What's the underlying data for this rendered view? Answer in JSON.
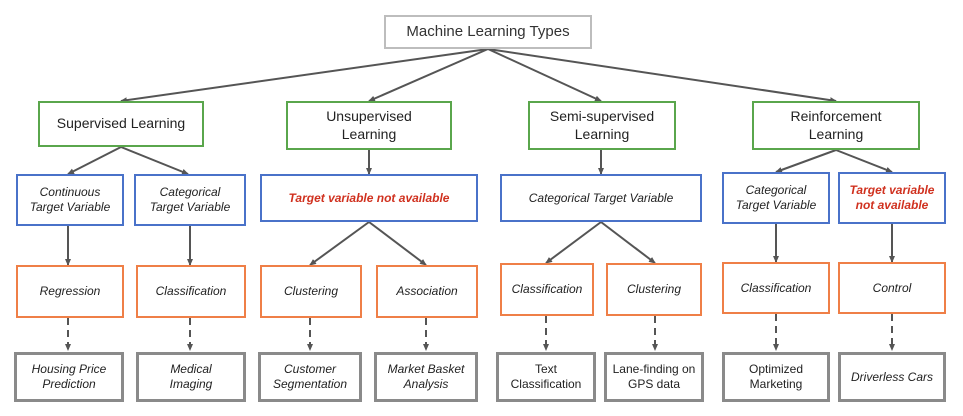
{
  "root": "Machine Learning Types",
  "categories": [
    {
      "label": "Supervised Learning",
      "targets": [
        {
          "label": "Continuous Target Variable",
          "task": "Regression",
          "example": "Housing Price Prediction"
        },
        {
          "label": "Categorical Target Variable",
          "task": "Classification",
          "example": "Medical Imaging"
        }
      ]
    },
    {
      "label": "Unsupervised Learning",
      "targets": [
        {
          "label": "Target variable not available"
        }
      ],
      "tasks": [
        {
          "task": "Clustering",
          "example": "Customer Segmentation"
        },
        {
          "task": "Association",
          "example": "Market Basket Analysis"
        }
      ]
    },
    {
      "label": "Semi-supervised Learning",
      "targets": [
        {
          "label": "Categorical Target Variable"
        }
      ],
      "tasks": [
        {
          "task": "Classification",
          "example": "Text Classification"
        },
        {
          "task": "Clustering",
          "example": "Lane-finding on GPS data"
        }
      ]
    },
    {
      "label": "Reinforcement Learning",
      "targets": [
        {
          "label": "Categorical Target Variable",
          "task": "Classification",
          "example": "Optimized Marketing"
        },
        {
          "label": "Target variable not available",
          "task": "Control",
          "example": "Driverless Cars"
        }
      ]
    }
  ],
  "colors": {
    "root_border": "#bdbdbd",
    "category_border": "#5aa64c",
    "target_border": "#4a72c9",
    "task_border": "#ef7f47",
    "example_border": "#8a8a8a",
    "highlight_text": "#d0311f",
    "connector": "#555555"
  }
}
